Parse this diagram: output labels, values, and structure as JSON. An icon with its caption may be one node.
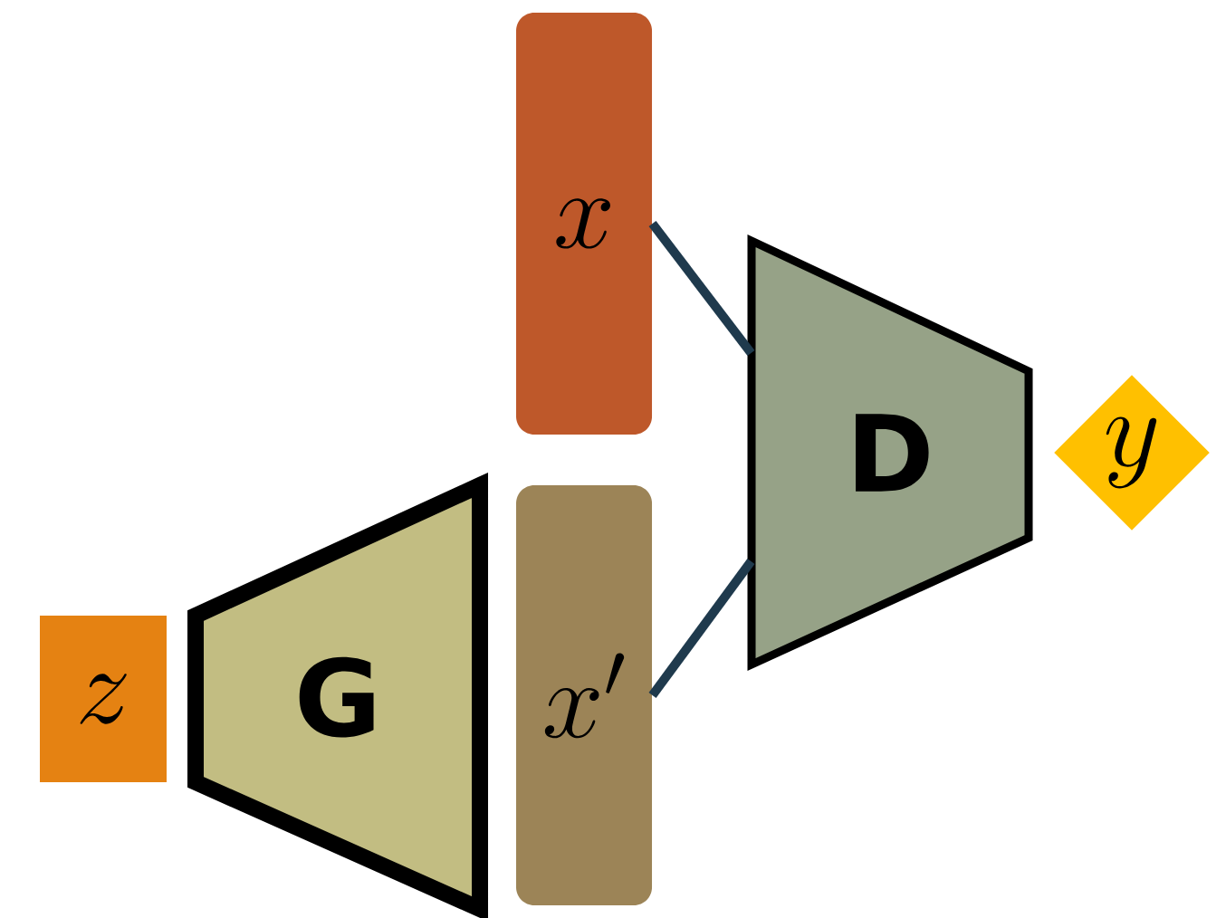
{
  "diagram": {
    "nodes": [
      {
        "text": [
          "x"
        ]
      },
      {
        "text": [
          "D"
        ]
      },
      {
        "text": [
          "y"
        ]
      },
      {
        "text": [
          "z"
        ]
      },
      {
        "text": [
          "G"
        ]
      },
      {
        "text": [
          "x'"
        ]
      }
    ],
    "edges": [
      {
        "from": 0,
        "to": 1,
        "arrow": "none"
      },
      {
        "from": 5,
        "to": 1,
        "arrow": "none"
      }
    ]
  }
}
